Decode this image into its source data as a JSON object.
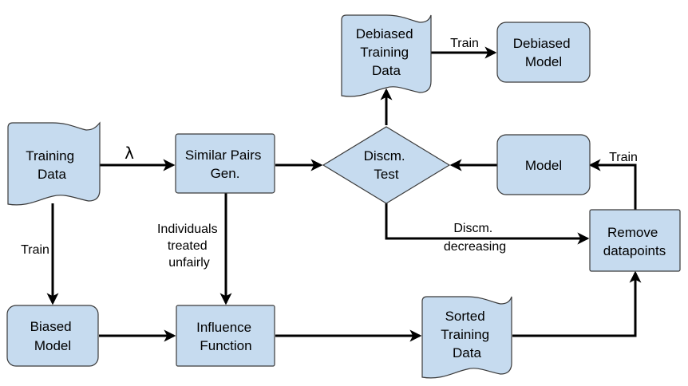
{
  "colors": {
    "node_fill": "#c6dbef",
    "node_stroke": "#3a3a3a",
    "edge": "#000000"
  },
  "nodes": {
    "training_data": {
      "lines": [
        "Training",
        "Data"
      ]
    },
    "similar_pairs": {
      "lines": [
        "Similar Pairs",
        "Gen."
      ]
    },
    "discm_test": {
      "lines": [
        "Discm.",
        "Test"
      ]
    },
    "debiased_training_data": {
      "lines": [
        "Debiased",
        "Training",
        "Data"
      ]
    },
    "debiased_model": {
      "lines": [
        "Debiased",
        "Model"
      ]
    },
    "model": {
      "lines": [
        "Model"
      ]
    },
    "remove_datapoints": {
      "lines": [
        "Remove",
        "datapoints"
      ]
    },
    "biased_model": {
      "lines": [
        "Biased",
        "Model"
      ]
    },
    "influence_function": {
      "lines": [
        "Influence",
        "Function"
      ]
    },
    "sorted_training_data": {
      "lines": [
        "Sorted",
        "Training",
        "Data"
      ]
    }
  },
  "edges": {
    "lambda": "λ",
    "train_debiased": "Train",
    "train_model": "Train",
    "train_biased": "Train",
    "individuals": [
      "Individuals",
      "treated",
      "unfairly"
    ],
    "discm_decreasing": [
      "Discm.",
      "decreasing"
    ]
  }
}
